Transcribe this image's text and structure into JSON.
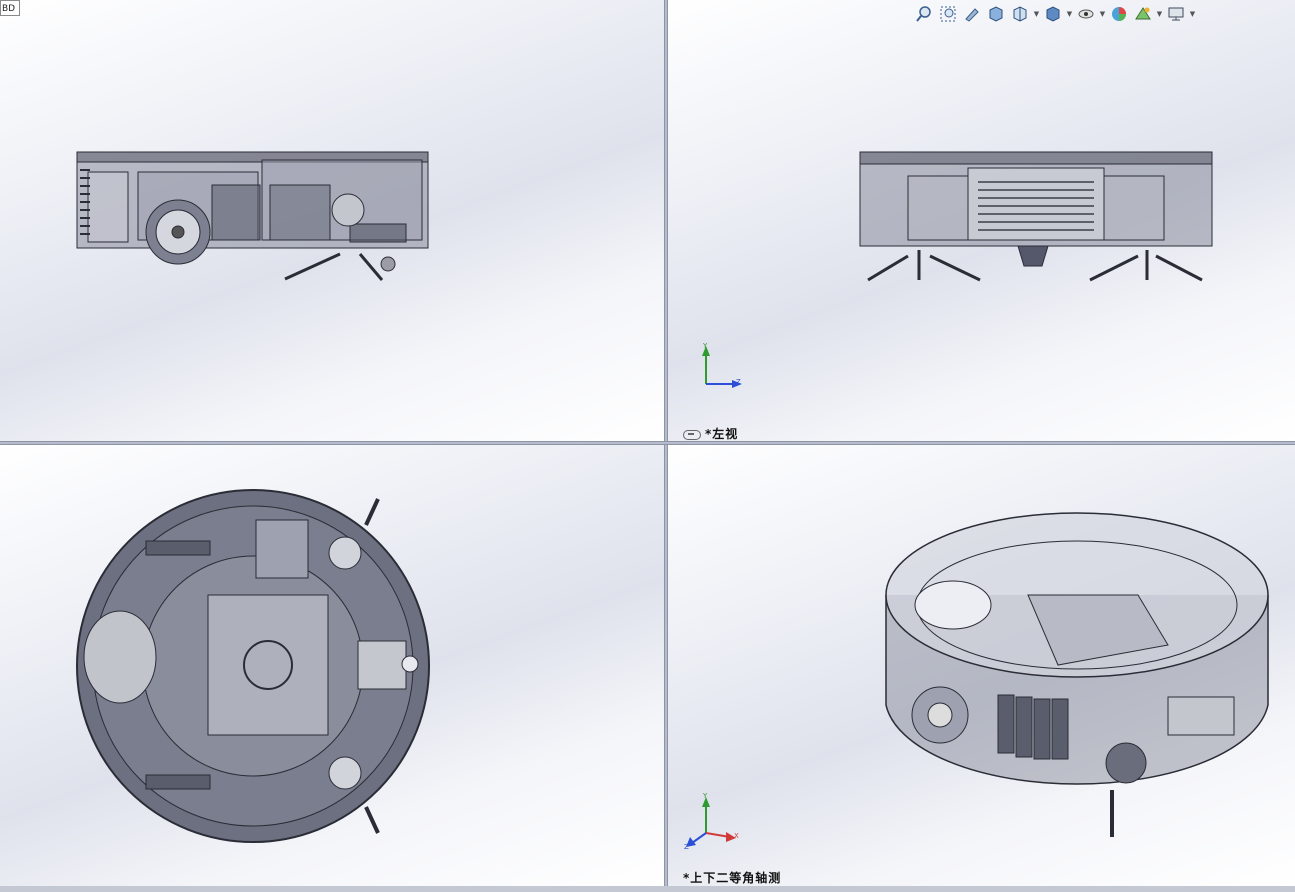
{
  "corner_badge": "BD",
  "viewports": {
    "top_right_label": "*左视",
    "bottom_right_label": "*上下二等角轴测"
  },
  "triad": {
    "y": "Y",
    "z": "Z",
    "x": "X"
  },
  "toolbar": {
    "icons": [
      "zoom-to-fit-icon",
      "zoom-area-icon",
      "previous-view-icon",
      "section-view-icon",
      "view-orientation-icon",
      "display-style-icon",
      "hide-show-icon",
      "edit-appearance-icon",
      "apply-scene-icon",
      "view-settings-icon"
    ]
  },
  "colors": {
    "triad_y": "#2f9a2f",
    "triad_z": "#2b4fd6",
    "triad_x": "#d23a3a",
    "model_fill": "#6d7081",
    "model_stroke": "#2a2c36"
  }
}
